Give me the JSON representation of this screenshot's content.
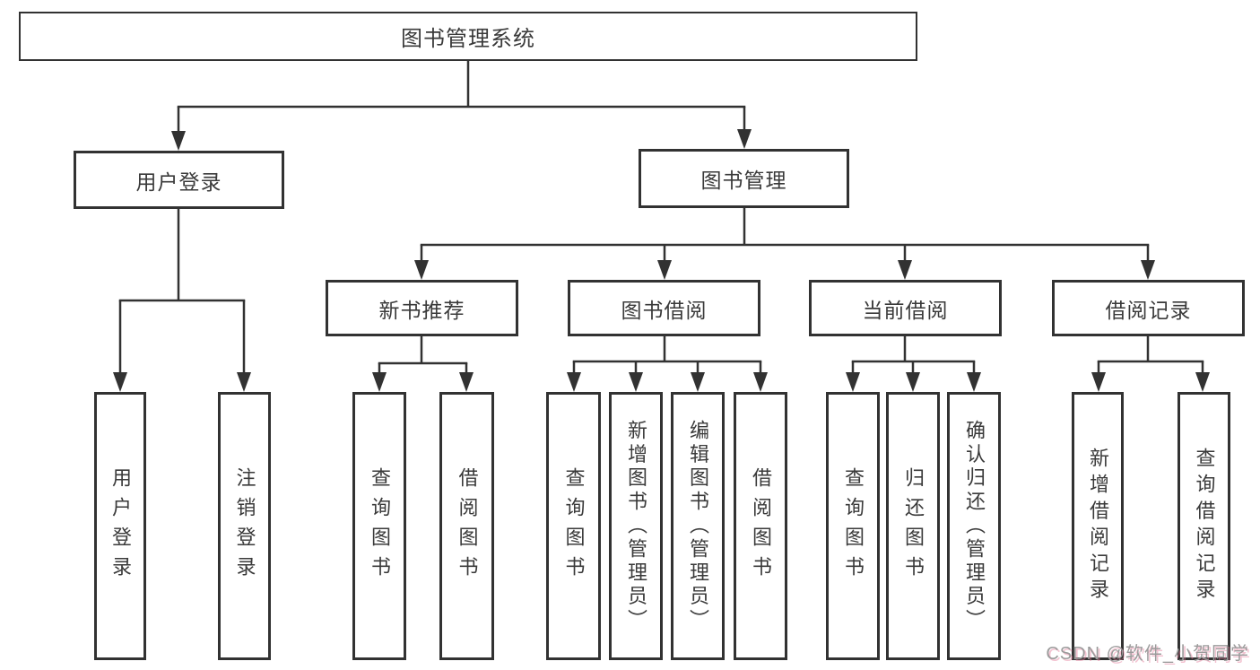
{
  "colors": {
    "line": "#323232",
    "text": "#3a3a3a",
    "background": "#ffffff",
    "watermark_gray": "#9b9b9b",
    "watermark_pink": "#e57a98"
  },
  "diagram": {
    "root": "图书管理系统",
    "user_login": {
      "label": "用户登录",
      "children": [
        "用户登录",
        "注销登录"
      ]
    },
    "book_management": {
      "label": "图书管理",
      "sections": {
        "new_books": {
          "label": "新书推荐",
          "children": [
            "查询图书",
            "借阅图书"
          ]
        },
        "borrowing": {
          "label": "图书借阅",
          "children": [
            "查询图书",
            "新增图书（管理员）",
            "编辑图书（管理员）",
            "借阅图书"
          ]
        },
        "current": {
          "label": "当前借阅",
          "children": [
            "查询图书",
            "归还图书",
            "确认归还（管理员）"
          ]
        },
        "records": {
          "label": "借阅记录",
          "children": [
            "新增借阅记录",
            "查询借阅记录"
          ]
        }
      }
    }
  },
  "watermark": "CSDN @软件_小贺同学"
}
